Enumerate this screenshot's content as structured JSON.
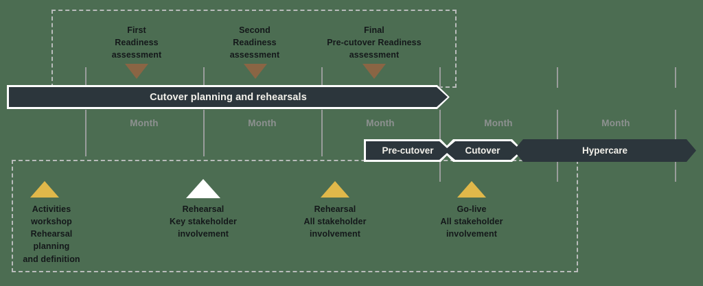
{
  "canvas": {
    "background_color": "#4c6d52",
    "bar_color": "#2c363c",
    "bar_outline_color": "#ffffff",
    "gold_marker_color": "#e0b84a",
    "brown_marker_color": "#8a6544",
    "gridline_color": "#9a9d9c",
    "dashed_box_color": "#b9bcbb",
    "month_label_color": "#8d9190"
  },
  "timeline": {
    "month_labels": [
      "Month",
      "Month",
      "Month",
      "Month",
      "Month"
    ]
  },
  "assessments": [
    {
      "head": "First",
      "line2": "Readiness",
      "line3": "assessment",
      "marker_icon": "triangle-down-icon"
    },
    {
      "head": "Second",
      "line2": "Readiness",
      "line3": "assessment",
      "marker_icon": "triangle-down-icon"
    },
    {
      "head": "Final",
      "line2": "Pre-cutover Readiness",
      "line3": "assessment",
      "marker_icon": "triangle-down-icon"
    }
  ],
  "phase_bars": {
    "planning": {
      "label": "Cutover planning and rehearsals"
    },
    "segments": [
      {
        "label": "Pre-cutover"
      },
      {
        "label": "Cutover"
      },
      {
        "label": "Hypercare"
      }
    ]
  },
  "milestones": [
    {
      "head": "Activities",
      "line2": "workshop",
      "line3": "Rehearsal",
      "line4": "planning",
      "line5": "and definition",
      "marker_icon": "triangle-up-icon"
    },
    {
      "head": "Rehearsal",
      "line2": "Key stakeholder",
      "line3": "involvement",
      "marker_icon": "triangle-up-outlined-icon"
    },
    {
      "head": "Rehearsal",
      "line2": "All stakeholder",
      "line3": "involvement",
      "marker_icon": "triangle-up-icon"
    },
    {
      "head": "Go-live",
      "line2": "All stakeholder",
      "line3": "involvement",
      "marker_icon": "triangle-up-icon"
    }
  ]
}
